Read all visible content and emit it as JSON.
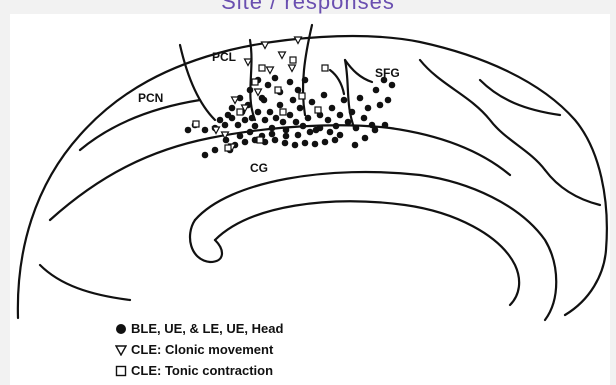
{
  "header_cut_text": "Site / responses",
  "regions": {
    "pcn": "PCN",
    "pcl": "PCL",
    "sfg": "SFG",
    "cg": "CG"
  },
  "legend": [
    {
      "symbol": "filled-circle",
      "text": "BLE, UE, & LE, UE, Head"
    },
    {
      "symbol": "open-triangle",
      "text": "CLE: Clonic movement"
    },
    {
      "symbol": "open-square",
      "text": "CLE: Tonic contraction"
    }
  ],
  "colors": {
    "header_text": "#6a4fb0",
    "ink": "#111111",
    "frame": "#f2f2f2",
    "paper": "#ffffff"
  }
}
